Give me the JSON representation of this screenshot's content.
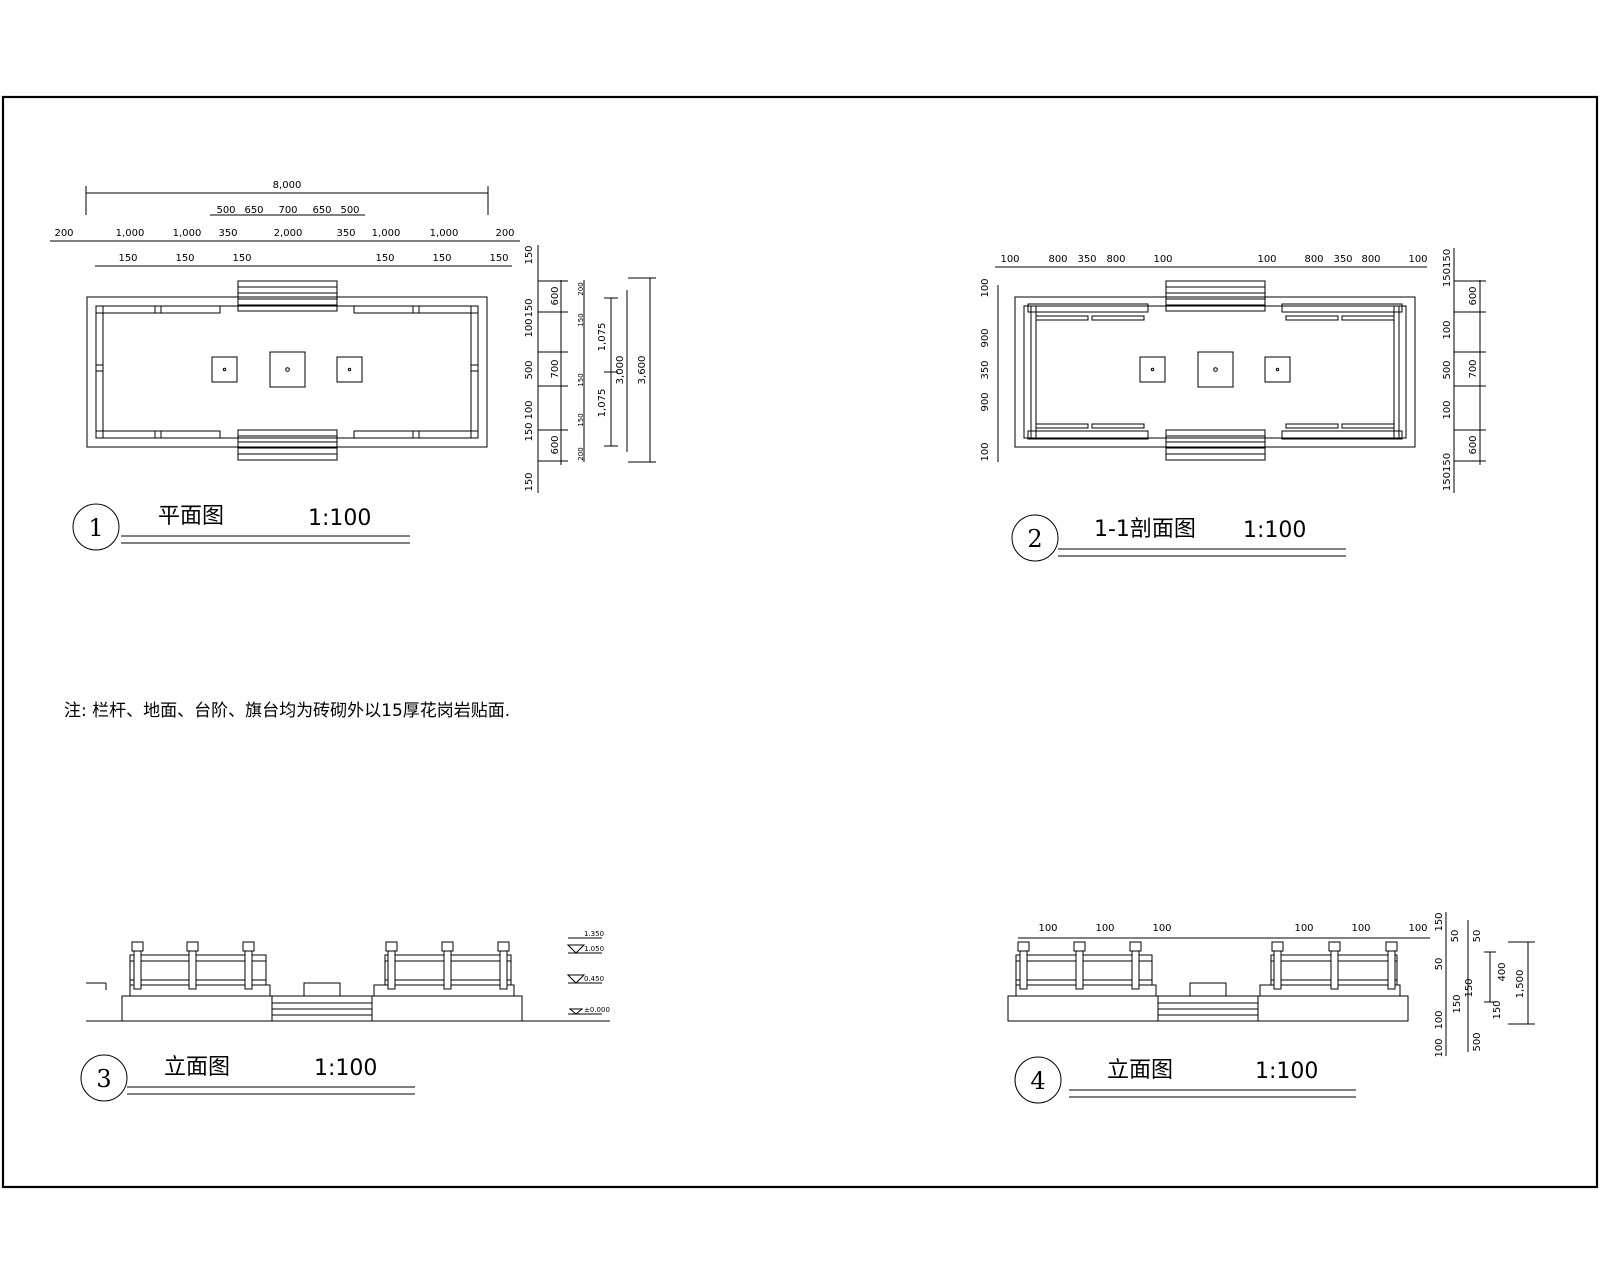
{
  "colors": {
    "background": "#ffffff",
    "ink": "#000000"
  },
  "views": {
    "v1": {
      "number": "1",
      "title": "平面图",
      "scale": "1:100",
      "dims_total": "8,000",
      "dims_row1": [
        "500",
        "650",
        "700",
        "650",
        "500"
      ],
      "dims_row2": [
        "200",
        "1,000",
        "1,000",
        "350",
        "2,000",
        "350",
        "1,000",
        "1,000",
        "200"
      ],
      "dims_row3": [
        "150",
        "150",
        "150",
        "150",
        "150",
        "150"
      ],
      "dims_right_a": [
        "150",
        "150",
        "100",
        "500",
        "100",
        "150",
        "150"
      ],
      "dims_right_b": [
        "600",
        "700",
        "600"
      ],
      "dims_right_c": [
        "200",
        "150",
        "150",
        "150",
        "200"
      ],
      "dims_right_d": [
        "1,075",
        "1,075"
      ],
      "dims_right_e": "3,000",
      "dims_right_f": "3,600"
    },
    "v2": {
      "number": "2",
      "title": "1-1剖面图",
      "scale": "1:100",
      "dims_top": [
        "100",
        "800",
        "350",
        "800",
        "100",
        "100",
        "800",
        "350",
        "800",
        "100"
      ],
      "dims_left": [
        "100",
        "900",
        "350",
        "900",
        "100"
      ],
      "dims_right_a": [
        "150150",
        "100",
        "500",
        "100",
        "150150"
      ],
      "dims_right_b": [
        "600",
        "700",
        "600"
      ]
    },
    "v3": {
      "number": "3",
      "title": "立面图",
      "scale": "1:100",
      "levels": [
        "1.350",
        "1.050",
        "0.450",
        "±0.000"
      ]
    },
    "v4": {
      "number": "4",
      "title": "立面图",
      "scale": "1:100",
      "dims_top": [
        "100",
        "100",
        "100",
        "100",
        "100",
        "100"
      ],
      "dims_right_a": [
        "150",
        "50",
        "50",
        "150",
        "100",
        "100"
      ],
      "dims_right_b": [
        "50",
        "150",
        "150",
        "500"
      ],
      "dims_right_c": "400",
      "dims_right_d": "1,500"
    }
  },
  "note": "注: 栏杆、地面、台阶、旗台均为砖砌外以15厚花岗岩贴面."
}
